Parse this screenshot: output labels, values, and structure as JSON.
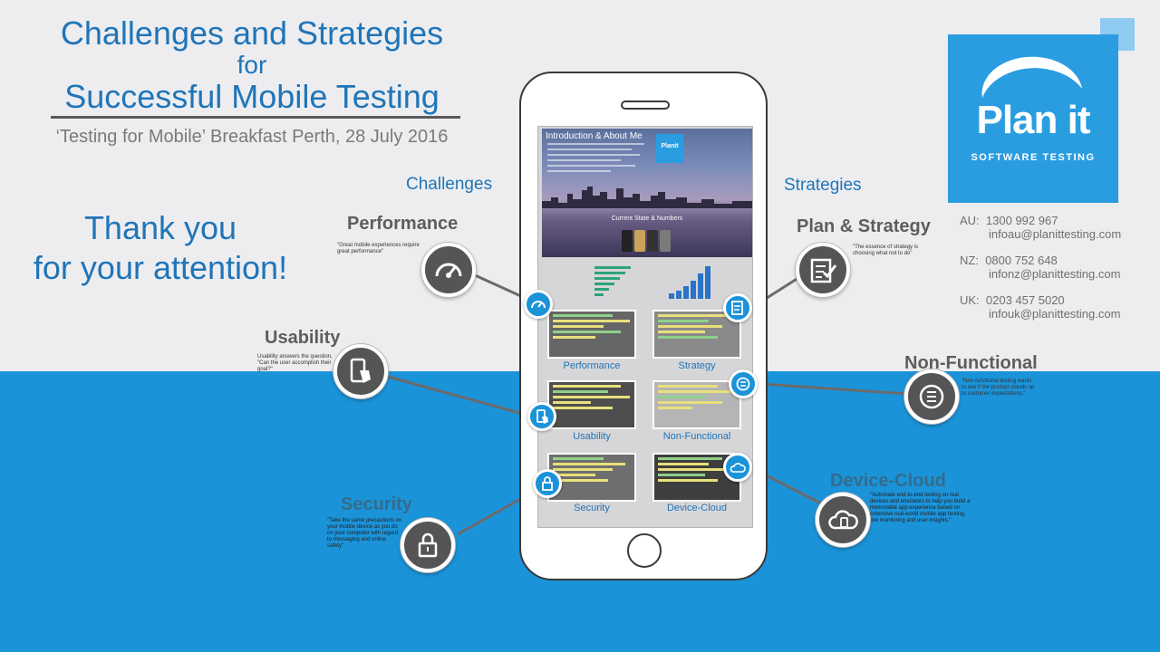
{
  "header": {
    "title_line1": "Challenges and Strategies",
    "title_line2": "for",
    "title_line3": "Successful Mobile Testing",
    "subtitle": "‘Testing for Mobile’ Breakfast Perth, 28 July 2016"
  },
  "thanks": {
    "line1": "Thank you",
    "line2": "for your attention!"
  },
  "columns": {
    "challenges": "Challenges",
    "strategies": "Strategies"
  },
  "sections": {
    "performance": {
      "title": "Performance",
      "quote": "\"Great mobile experiences require great performance\"",
      "icon": "speedometer-icon"
    },
    "usability": {
      "title": "Usability",
      "quote": "Usability answers the question, \"Can the user accomplish their goal?\"",
      "icon": "touch-phone-icon"
    },
    "security": {
      "title": "Security",
      "quote": "\"Take the same precautions on your mobile device as you do on your computer with regard to messaging and online safety\"",
      "icon": "lock-icon"
    },
    "plan_strategy": {
      "title": "Plan & Strategy",
      "quote": "\"The essence of strategy is choosing what not to do\"",
      "icon": "checklist-icon"
    },
    "non_functional": {
      "title": "Non-Functional",
      "quote": "\"Non-functional testing wants to see if the product stands up to customer expectations.\"",
      "icon": "gauge-list-icon"
    },
    "device_cloud": {
      "title": "Device-Cloud",
      "quote": "\"Automate end-to-end testing on real devices and emulators to help you build a memorable app experience based on extensive real-world mobile app testing, live monitoring and user insights.\"",
      "icon": "cloud-device-icon"
    }
  },
  "phone": {
    "intro_title": "Introduction & About Me",
    "intro_logo": "Planit",
    "current_state": "Current State & Numbers",
    "thumbs": {
      "performance": "Performance",
      "strategy": "Strategy",
      "usability": "Usability",
      "non_functional": "Non-Functional",
      "security": "Security",
      "device_cloud": "Device-Cloud"
    }
  },
  "logo": {
    "name": "Plan it",
    "tagline": "SOFTWARE TESTING"
  },
  "contacts": {
    "au_label": "AU:",
    "au_phone": "1300 992 967",
    "au_email": "infoau@planittesting.com",
    "nz_label": "NZ:",
    "nz_phone": "0800 752 648",
    "nz_email": "infonz@planittesting.com",
    "uk_label": "UK:",
    "uk_phone": "0203 457 5020",
    "uk_email": "infouk@planittesting.com"
  },
  "colors": {
    "accent_blue": "#1f75b8",
    "band_blue": "#1b93d9",
    "logo_blue": "#2a9de1",
    "icon_grey": "#555555"
  }
}
